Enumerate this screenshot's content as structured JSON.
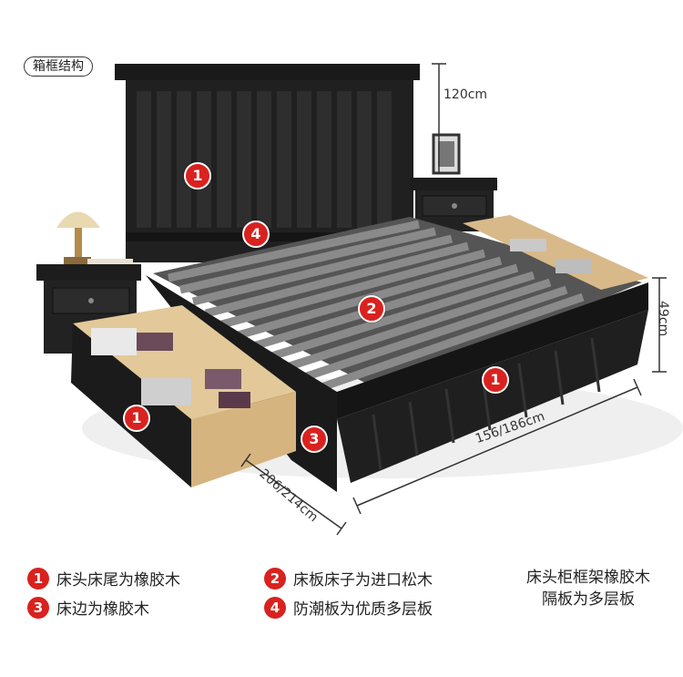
{
  "tag": "箱框结构",
  "dimensions": {
    "headboard_height": "120cm",
    "side_height": "49cm",
    "width": "156/186cm",
    "length": "206/214cm"
  },
  "markers": [
    "1",
    "4",
    "2",
    "1",
    "1",
    "3"
  ],
  "legend": {
    "items": [
      {
        "num": "1",
        "text": "床头床尾为橡胶木"
      },
      {
        "num": "2",
        "text": "床板床子为进口松木"
      },
      {
        "num": "3",
        "text": "床边为橡胶木"
      },
      {
        "num": "4",
        "text": "防潮板为优质多层板"
      }
    ],
    "note_line1": "床头柜框架橡胶木",
    "note_line2": "隔板为多层板"
  },
  "colors": {
    "marker_red": "#d9221f",
    "furniture_black": "#1c1c1c",
    "wood_drawer": "#d8b98a",
    "slat_gray": "#7d7d7d"
  }
}
